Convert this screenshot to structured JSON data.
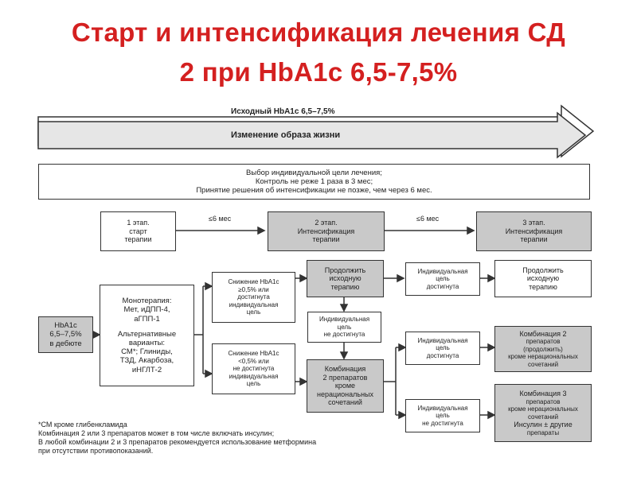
{
  "title": {
    "line1": "Старт и интенсификация лечения СД",
    "line2": "2 при HbA1c 6,5-7,5%"
  },
  "arrow1": {
    "label": "Исходный HbA1c 6,5–7,5%"
  },
  "arrow2": {
    "label": "Изменение образа жизни"
  },
  "goal_box": {
    "lines": [
      "Выбор индивидуальной цели лечения;",
      "Контроль не реже 1 раза в 3 мес;",
      "Принятие решения об интенсификации не позже, чем через 6 мес."
    ]
  },
  "stages": {
    "s1": [
      "1 этап.",
      "старт",
      "терапии"
    ],
    "s2": [
      "2 этап.",
      "Интенсификация",
      "терапии"
    ],
    "s3": [
      "3 этап.",
      "Интенсификация",
      "терапии"
    ],
    "gap1": "≤6 мес",
    "gap2": "≤6 мес"
  },
  "start_box": [
    "HbA1c",
    "6,5–7,5%",
    "в дебюте"
  ],
  "mono_box": [
    "Монотерапия:",
    "Мет, иДПП-4,",
    "аГПП-1",
    "",
    "Альтернативные",
    "варианты:",
    "СМ*; Глиниды,",
    "ТЗД, Акарбоза,",
    "иНГЛТ-2"
  ],
  "reduce_ok": [
    "Снижение HbA1c",
    "≥0,5% или",
    "достигнута",
    "индивидуальная",
    "цель"
  ],
  "reduce_no": [
    "Снижение HbA1c",
    "<0,5% или",
    "не достигнута",
    "индивидуальная",
    "цель"
  ],
  "continue1": [
    "Продолжить",
    "исходную",
    "терапию"
  ],
  "goal_not_mid": [
    "Индивидуальная",
    "цель",
    "не достигнута"
  ],
  "combo_mid": [
    "Комбинация",
    "2 препаратов",
    "кроме",
    "нерациональных",
    "сочетаний"
  ],
  "goal_ok_top": [
    "Индивидуальная",
    "цель",
    "достигнута"
  ],
  "goal_ok_mid": [
    "Индивидуальная",
    "цель",
    "достигнута"
  ],
  "goal_no_bot": [
    "Индивидуальная",
    "цель",
    "не достигнута"
  ],
  "continue2": [
    "Продолжить",
    "исходную",
    "терапию"
  ],
  "combo2": [
    "Комбинация 2",
    "препаратов",
    "(продолжить)",
    "кроме нерациональных",
    "сочетаний"
  ],
  "combo3": [
    "Комбинация 3",
    "препаратов",
    "кроме нерациональных",
    "сочетаний",
    "Инсулин ± другие",
    "препараты"
  ],
  "footnote": [
    "*СМ кроме глибенкламида",
    "Комбинация 2 или 3 препаратов может в том числе включать инсулин;",
    "В любой комбинации 2 и 3 препаратов рекомендуется использование метформина",
    "при отсутствии противопоказаний."
  ],
  "colors": {
    "title": "#d42020",
    "gray_fill": "#c9c9c9",
    "arrow_fill": "#e4e4e4"
  }
}
